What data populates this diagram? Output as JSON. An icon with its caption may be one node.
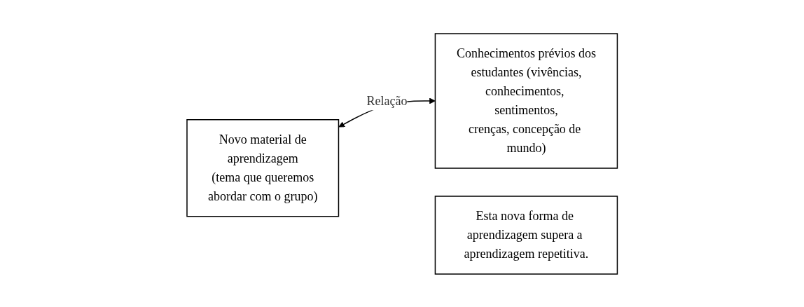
{
  "diagram": {
    "nodes": [
      {
        "text": [
          "Novo material de aprendizagem",
          "(tema que queremos abordar com o grupo)"
        ]
      },
      {
        "text": [
          "Conhecimentos prévios dos estudantes (vivências, conhecimentos, sentimentos, crenças, concepção de mundo)"
        ]
      },
      {
        "text": [
          "Esta nova forma de aprendizagem supera a aprendizagem repetitiva."
        ]
      }
    ],
    "edges": [
      {
        "from": 0,
        "to": 1,
        "arrow": "both",
        "label": "Relação"
      }
    ]
  }
}
